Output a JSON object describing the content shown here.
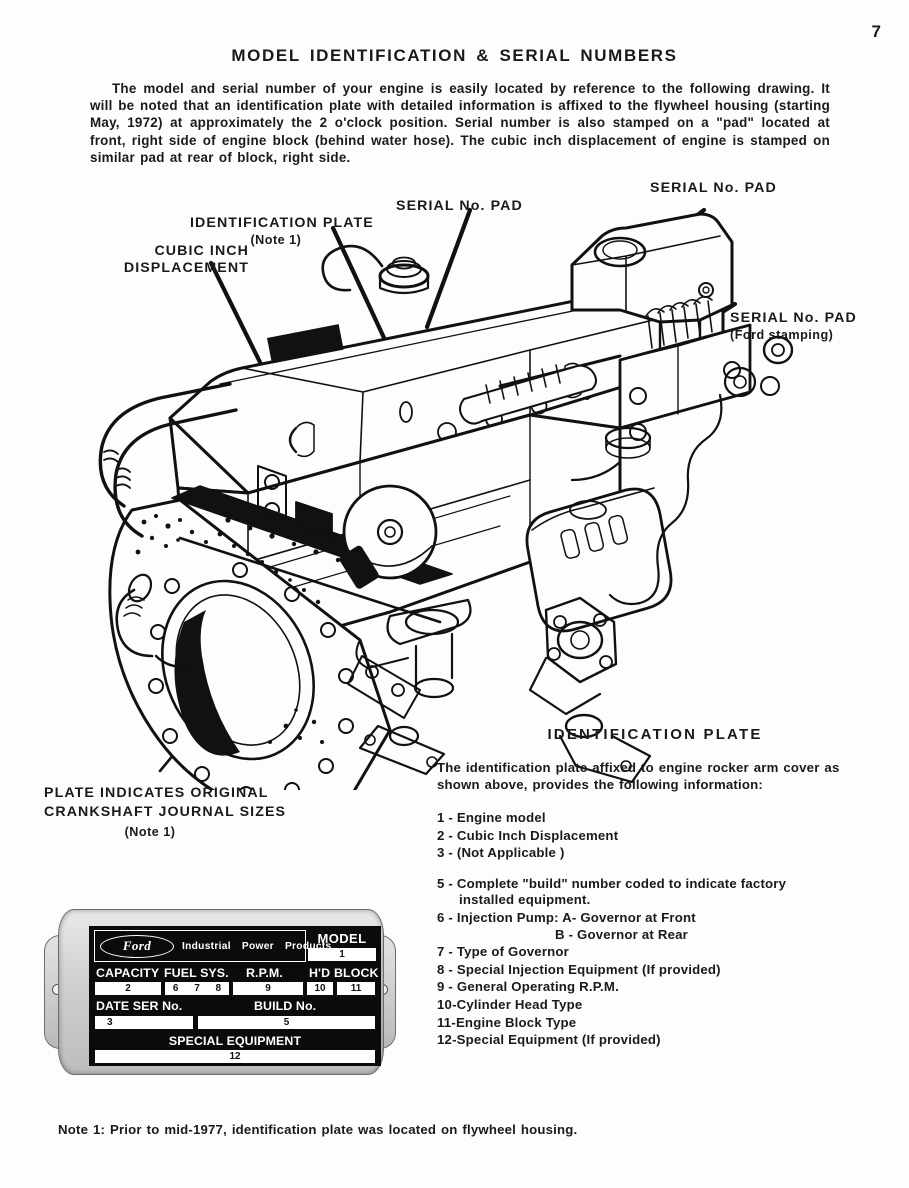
{
  "page": {
    "number": "7",
    "title": "MODEL IDENTIFICATION & SERIAL NUMBERS",
    "intro": "The model and serial number of your engine is easily located by reference to the following drawing. It will be noted that an identification plate with detailed information is affixed to the flywheel housing (starting May, 1972) at approximately the 2 o'clock position. Serial number is also stamped on a \"pad\" located at front, right side of engine block (behind water hose). The cubic inch displacement of engine is stamped on similar pad at rear of block, right side.",
    "footer_note": "Note 1: Prior to mid-1977, identification plate was located on flywheel housing."
  },
  "callouts": {
    "identification_plate": "IDENTIFICATION PLATE",
    "identification_plate_note": "(Note 1)",
    "serial_pad_top": "SERIAL No. PAD",
    "serial_pad_right": "SERIAL No. PAD",
    "cubic_inch": "CUBIC INCH\nDISPLACEMENT",
    "serial_pad_ford": "SERIAL No. PAD",
    "serial_pad_ford_note": "(Ford stamping)",
    "plate_indicates": "PLATE INDICATES ORIGINAL\nCRANKSHAFT JOURNAL SIZES",
    "plate_indicates_note": "(Note 1)"
  },
  "id_plate_section": {
    "heading": "IDENTIFICATION PLATE",
    "intro": "The identification plate affixed to engine rocker arm cover as shown above, provides the following information:",
    "items": [
      {
        "num": "1 - ",
        "text": "Engine model"
      },
      {
        "num": "2 - ",
        "text": "Cubic Inch Displacement"
      },
      {
        "num": "3 - ",
        "text": "(Not Applicable )"
      },
      {
        "num": "5 - ",
        "text": "Complete \"build\" number coded to indicate factory",
        "cont": "installed equipment."
      },
      {
        "num": "6 - ",
        "text": "Injection Pump: A- Governor at Front",
        "sub_b": "B - Governor at Rear"
      },
      {
        "num": "7 - ",
        "text": "Type of Governor"
      },
      {
        "num": "8 - ",
        "text": "Special Injection Equipment (If provided)"
      },
      {
        "num": "9 - ",
        "text": "General Operating R.P.M."
      },
      {
        "num": "10-",
        "text": "Cylinder Head Type"
      },
      {
        "num": "11-",
        "text": "Engine Block Type"
      },
      {
        "num": "12-",
        "text": "Special Equipment (If provided)"
      }
    ]
  },
  "plate_graphic": {
    "brand_name": "Ford",
    "brand_words": [
      "Industrial",
      "Power",
      "Products"
    ],
    "model_label": "MODEL",
    "model_value": "1",
    "capacity_label": "CAPACITY",
    "capacity_value": "2",
    "fuel_sys_label": "FUEL SYS.",
    "fuel_sys_values": [
      "6",
      "7",
      "8"
    ],
    "rpm_label": "R.P.M.",
    "rpm_value": "9",
    "head_label": "H'D",
    "head_value": "10",
    "block_label": "BLOCK",
    "block_value": "11",
    "date_ser_label": "DATE SER  No.",
    "date_ser_value": "3",
    "build_label": "BUILD   No.",
    "build_value": "5",
    "special_equipment_label": "SPECIAL   EQUIPMENT",
    "special_equipment_value": "12"
  },
  "colors": {
    "ink": "#1a1a1a",
    "paper": "#fdfdfd",
    "plate_black": "#0b0b0b",
    "plate_metal": "#cfcfcf"
  }
}
